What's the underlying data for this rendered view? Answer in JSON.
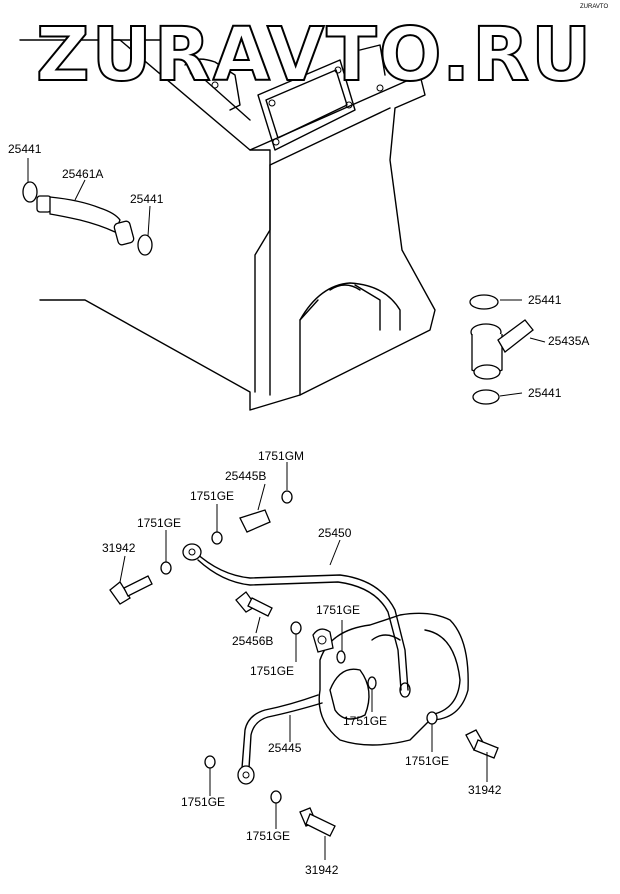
{
  "watermark": "ZURAVTO.RU",
  "corner_mark": "ZURAVTO",
  "labels": {
    "l25441_a": "25441",
    "l25461A": "25461A",
    "l25441_b": "25441",
    "l25441_c": "25441",
    "l25435A": "25435A",
    "l25441_d": "25441",
    "l1751GM": "1751GM",
    "l25445B": "25445B",
    "l1751GE_a": "1751GE",
    "l1751GE_b": "1751GE",
    "l25450": "25450",
    "l31942_a": "31942",
    "l25456B": "25456B",
    "l1751GE_c": "1751GE",
    "l1751GE_d": "1751GE",
    "l1751GE_e": "1751GE",
    "l25445": "25445",
    "l1751GE_f": "1751GE",
    "l1751GE_g": "1751GE",
    "l31942_b": "31942",
    "l1751GE_h": "1751GE",
    "l31942_c": "31942"
  }
}
